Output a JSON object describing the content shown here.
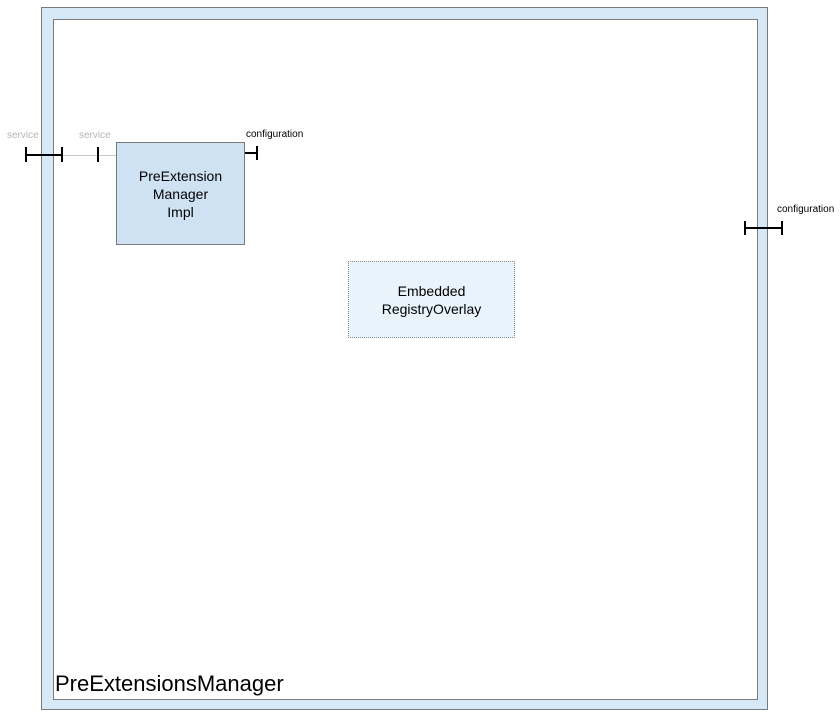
{
  "diagram": {
    "container": {
      "label": "PreExtensionsManager"
    },
    "components": {
      "impl": {
        "name": "PreExtensionManagerImpl",
        "line1": "PreExtension",
        "line2": "Manager",
        "line3": "Impl"
      },
      "embedded": {
        "name": "EmbeddedRegistryOverlay",
        "line1": "Embedded",
        "line2": "RegistryOverlay"
      }
    },
    "ports": {
      "service_outer_label": "service",
      "service_inner_label": "service",
      "configuration_top_label": "configuration",
      "configuration_right_label": "configuration"
    },
    "colors": {
      "frame_fill": "#d7e8f6",
      "node_fill": "#cfe2f3",
      "overlay_fill": "#e8f3fb",
      "border_gray": "#7a7a7a",
      "wire_gray": "#c9c9c9",
      "muted_text": "#b5b5b5",
      "text": "#000000"
    }
  }
}
